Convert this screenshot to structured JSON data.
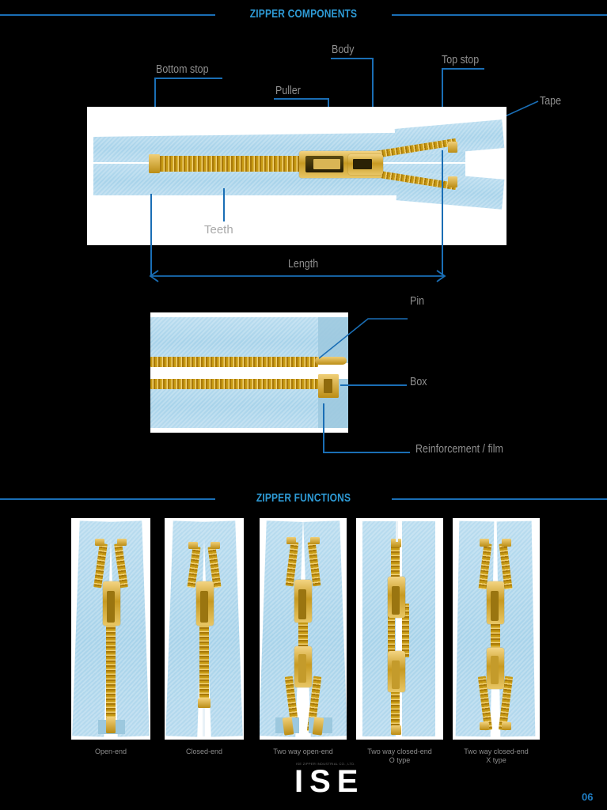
{
  "page": {
    "background_color": "#000000",
    "accent_blue": "#1a6eb5",
    "title_blue": "#2e9bd6",
    "label_grey": "#8f8f8f",
    "page_number": "06"
  },
  "sections": {
    "components": {
      "title": "ZIPPER COMPONENTS"
    },
    "functions": {
      "title": "ZIPPER FUNCTIONS"
    }
  },
  "components_diagram": {
    "labels": [
      {
        "id": "bottom-stop",
        "text": "Bottom stop"
      },
      {
        "id": "puller",
        "text": "Puller"
      },
      {
        "id": "body",
        "text": "Body"
      },
      {
        "id": "top-stop",
        "text": "Top stop"
      },
      {
        "id": "tape",
        "text": "Tape"
      },
      {
        "id": "teeth",
        "text": "Teeth"
      },
      {
        "id": "length",
        "text": "Length"
      }
    ]
  },
  "detail_diagram": {
    "labels": [
      {
        "id": "pin",
        "text": "Pin"
      },
      {
        "id": "box",
        "text": "Box"
      },
      {
        "id": "reinforcement",
        "text": "Reinforcement / film"
      }
    ]
  },
  "functions": {
    "items": [
      {
        "id": "open-end",
        "caption": "Open-end"
      },
      {
        "id": "closed-end",
        "caption": "Closed-end"
      },
      {
        "id": "two-way-open-end",
        "caption": "Two way open-end"
      },
      {
        "id": "two-way-closed-end-o",
        "caption": "Two way closed-end\nO type"
      },
      {
        "id": "two-way-closed-end-x",
        "caption": "Two way closed-end\nX type"
      }
    ]
  },
  "footer": {
    "logo": "ISE",
    "logo_sub": "ISE ZIPPER INDUSTRIAL CO., LTD."
  }
}
